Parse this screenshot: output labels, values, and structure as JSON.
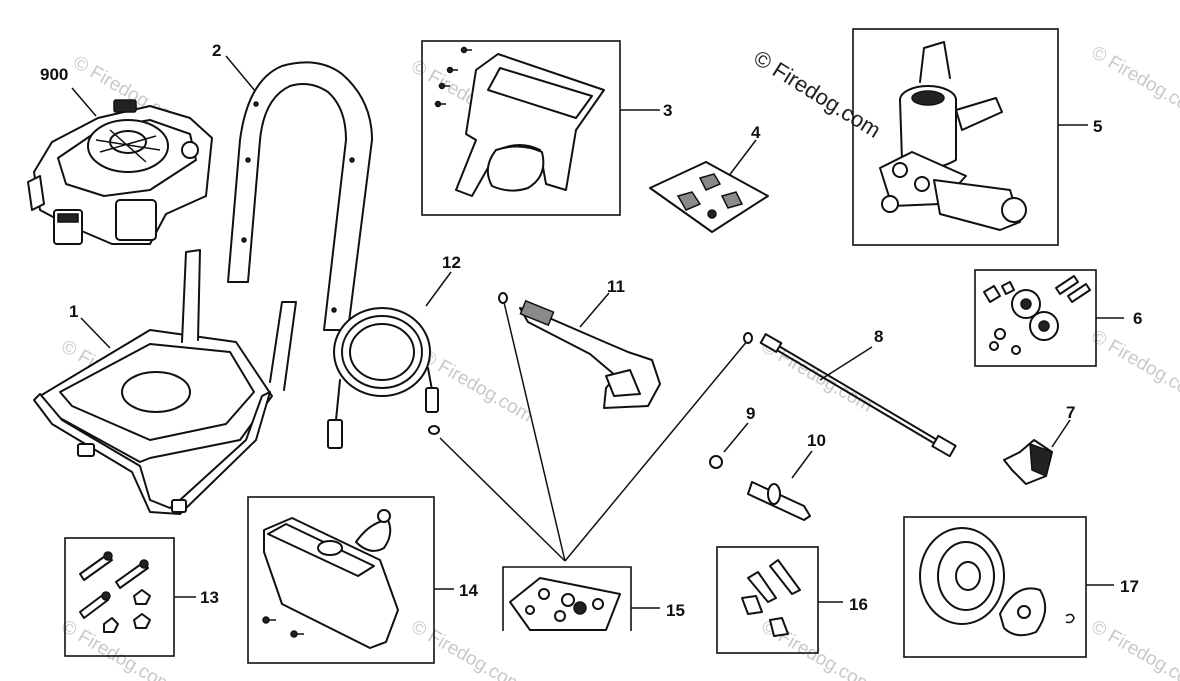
{
  "watermark": {
    "main": "© Firedog.com",
    "faint": "© Firedog.com"
  },
  "callouts": {
    "c900": "900",
    "c1": "1",
    "c2": "2",
    "c3": "3",
    "c4": "4",
    "c5": "5",
    "c6": "6",
    "c7": "7",
    "c8": "8",
    "c9": "9",
    "c10": "10",
    "c11": "11",
    "c12": "12",
    "c13": "13",
    "c14": "14",
    "c15": "15",
    "c16": "16",
    "c17": "17"
  },
  "colors": {
    "line": "#111111",
    "watermark": "#c9c9c9",
    "background": "#ffffff"
  }
}
